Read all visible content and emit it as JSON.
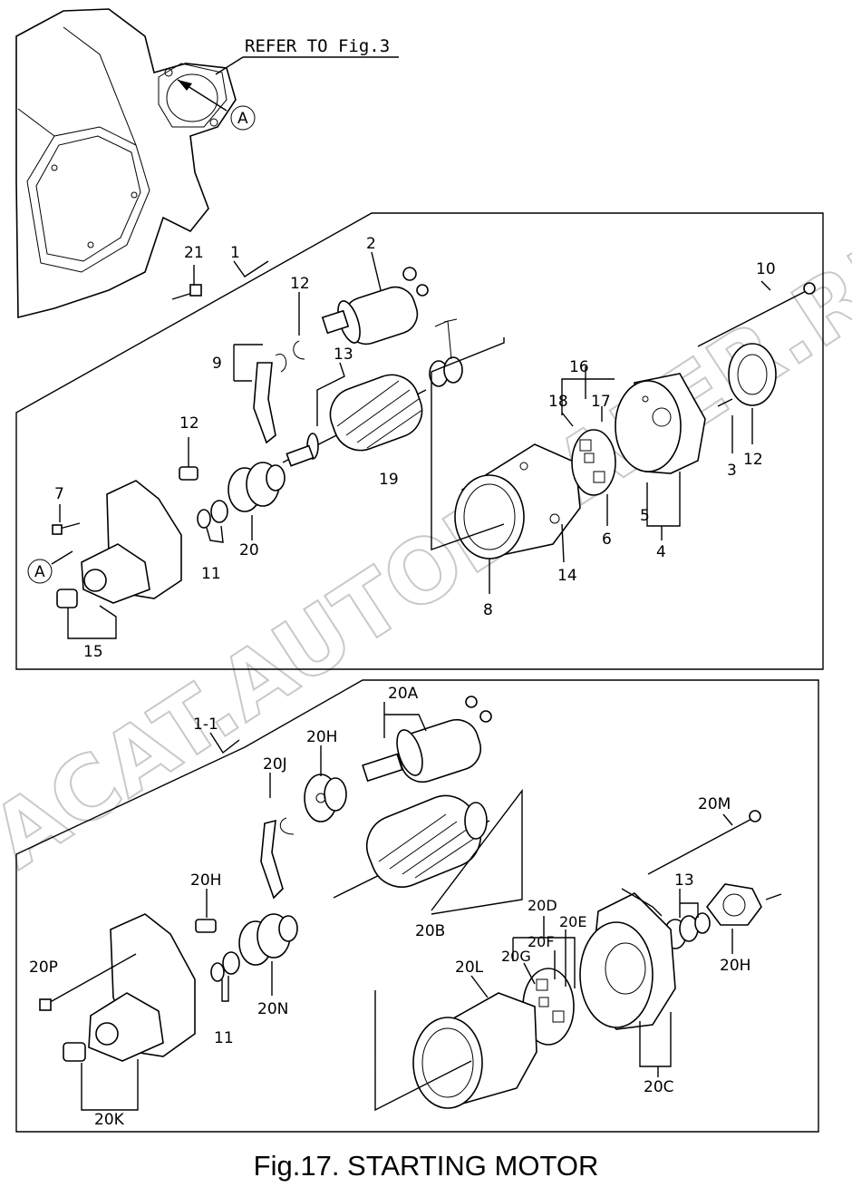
{
  "figure": {
    "caption": "Fig.17.  STARTING MOTOR",
    "refer_note": "REFER TO Fig.3",
    "watermark": "ACAT.AUTODEALER.RU"
  },
  "labels": {
    "A_top": "A",
    "A_mid": "A",
    "p1": "1",
    "p2": "2",
    "p3": "3",
    "p4": "4",
    "p5": "5",
    "p6": "6",
    "p7": "7",
    "p8": "8",
    "p9": "9",
    "p10": "10",
    "p11_top": "11",
    "p12_a": "12",
    "p12_b": "12",
    "p12_c": "12",
    "p13_top": "13",
    "p14": "14",
    "p15": "15",
    "p16": "16",
    "p17": "17",
    "p18": "18",
    "p19": "19",
    "p20_top": "20",
    "p21": "21",
    "p1_1": "1-1",
    "p20A": "20A",
    "p20H_a": "20H",
    "p20J": "20J",
    "p20H_b": "20H",
    "p20B": "20B",
    "p20M": "20M",
    "p13_bot": "13",
    "p20D": "20D",
    "p20F": "20F",
    "p20E": "20E",
    "p20G": "20G",
    "p20L": "20L",
    "p20H_c": "20H",
    "p20P": "20P",
    "p11_bot": "11",
    "p20N": "20N",
    "p20K": "20K",
    "p20C": "20C"
  }
}
